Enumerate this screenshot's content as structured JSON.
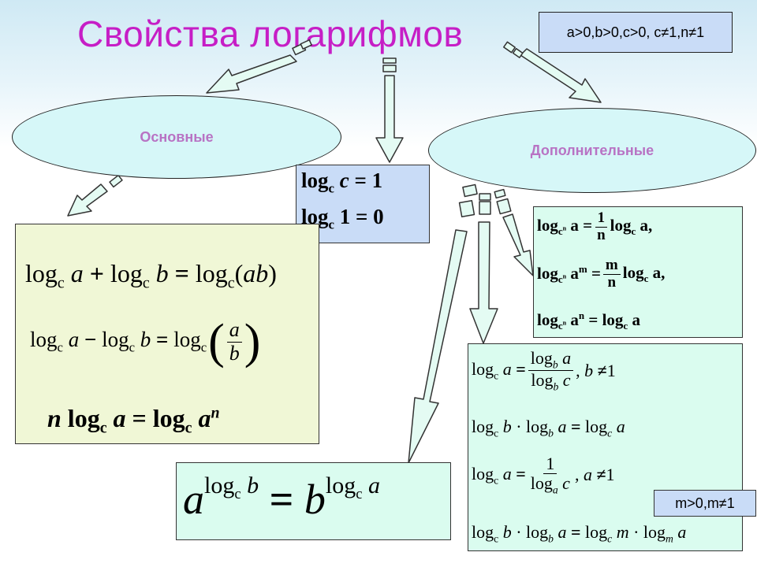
{
  "title": "Свойства логарифмов",
  "conditions": "a>0,b>0,c>0, c≠1,n≠1",
  "ellipse_basic": "Основные",
  "ellipse_additional": "Дополнительные",
  "center_box": [
    "log_c c = 1",
    "log_c 1 = 0"
  ],
  "basic_box": [
    "log_c a + log_c b = log_c(ab)",
    "log_c a − log_c b = log_c(a/b)",
    "n log_c a = log_c a^n"
  ],
  "power_formula": "a^(log_c b) = b^(log_c a)",
  "right_top_box": [
    "log_(c^n) a = (1/n) log_c a,",
    "log_(c^n) a^m = (m/n) log_c a,",
    "log_(c^n) a^n = log_c a"
  ],
  "right_bottom_box": [
    "log_c a = log_b a / log_b c, b≠1",
    "log_c b · log_b a = log_c a",
    "log_c a = 1 / log_a c, a≠1",
    "log_c b · log_b a = log_c m · log_m a"
  ],
  "m_condition": "m>0,m≠1",
  "colors": {
    "title": "#c61ec6",
    "ellipse_text": "#b873c4",
    "blue_box": "#c9dcf7",
    "green_box": "#f0f7d6",
    "mint_box": "#dafcef",
    "ellipse_fill": "#d6f7f8"
  }
}
